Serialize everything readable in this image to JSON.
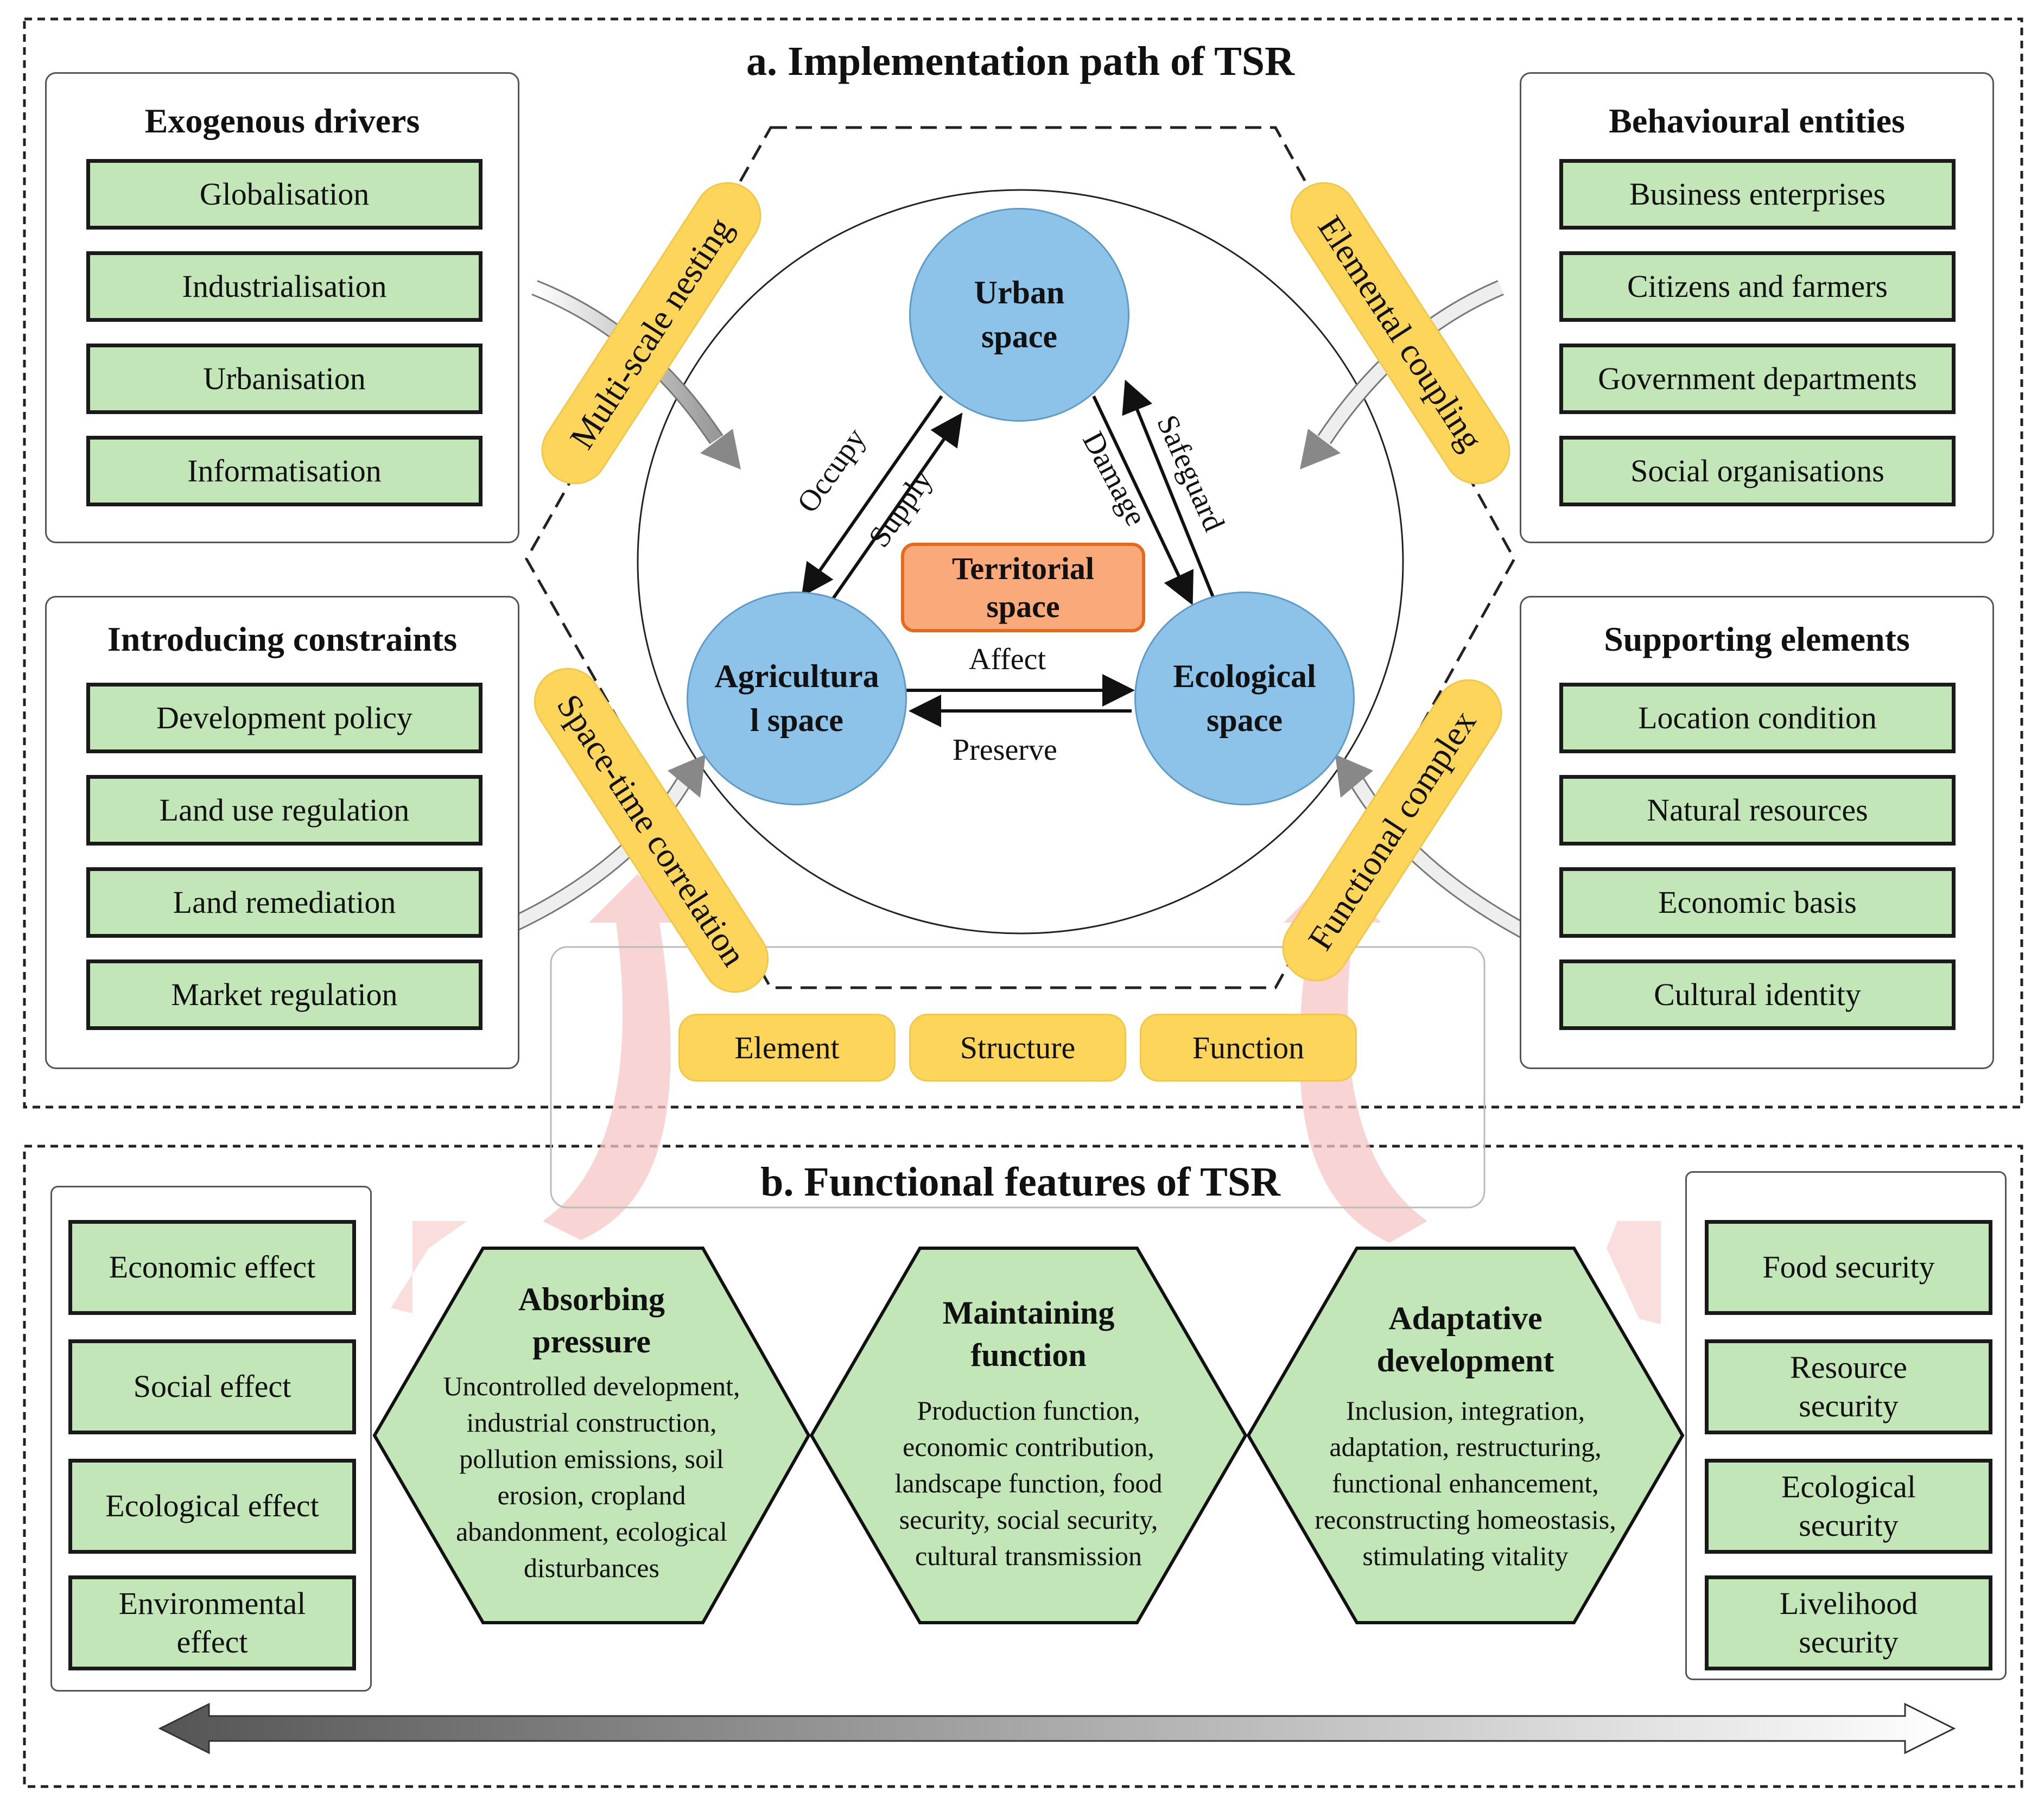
{
  "section_a": {
    "title": "a. Implementation path of TSR",
    "exogenous": {
      "title": "Exogenous drivers",
      "items": [
        "Globalisation",
        "Industrialisation",
        "Urbanisation",
        "Informatisation"
      ]
    },
    "constraints": {
      "title": "Introducing constraints",
      "items": [
        "Development policy",
        "Land use regulation",
        "Land remediation",
        "Market regulation"
      ]
    },
    "behavioural": {
      "title": "Behavioural entities",
      "items": [
        "Business enterprises",
        "Citizens and farmers",
        "Government departments",
        "Social organisations"
      ]
    },
    "supporting": {
      "title": "Supporting elements",
      "items": [
        "Location condition",
        "Natural resources",
        "Economic basis",
        "Cultural identity"
      ]
    },
    "pills": {
      "multi_scale": "Multi-scale nesting",
      "elemental": "Elemental coupling",
      "space_time": "Space-time correlation",
      "functional": "Functional complex"
    },
    "spaces": {
      "urban": "Urban\nspace",
      "agricultural": "Agricultura\nl space",
      "ecological": "Ecological\nspace",
      "territorial": "Territorial\nspace"
    },
    "relations": {
      "occupy": "Occupy",
      "supply": "Supply",
      "damage": "Damage",
      "safeguard": "Safeguard",
      "affect": "Affect",
      "preserve": "Preserve"
    },
    "tabs": [
      "Element",
      "Structure",
      "Function"
    ]
  },
  "section_b": {
    "title": "b. Functional features of TSR",
    "effects": [
      "Economic effect",
      "Social effect",
      "Ecological effect",
      "Environmental\neffect"
    ],
    "securities": [
      "Food security",
      "Resource\nsecurity",
      "Ecological\nsecurity",
      "Livelihood\nsecurity"
    ],
    "hexagons": [
      {
        "title": "Absorbing\npressure",
        "text": "Uncontrolled development,\nindustrial construction,\npollution emissions, soil\nerosion, cropland\nabandonment, ecological\ndisturbances"
      },
      {
        "title": "Maintaining\nfunction",
        "text": "Production function,\neconomic contribution,\nlandscape function, food\nsecurity, social security,\ncultural transmission"
      },
      {
        "title": "Adaptative\ndevelopment",
        "text": "Inclusion, integration,\nadaptation, restructuring,\nfunctional enhancement,\nreconstructing homeostasis,\nstimulating vitality"
      }
    ]
  },
  "colors": {
    "green_box": "#c3e6b8",
    "yellow": "#fdd55a",
    "blue_circle": "#8dc3e8",
    "orange_box": "#f9a97a",
    "pink_arrow": "#f6c2c2"
  }
}
